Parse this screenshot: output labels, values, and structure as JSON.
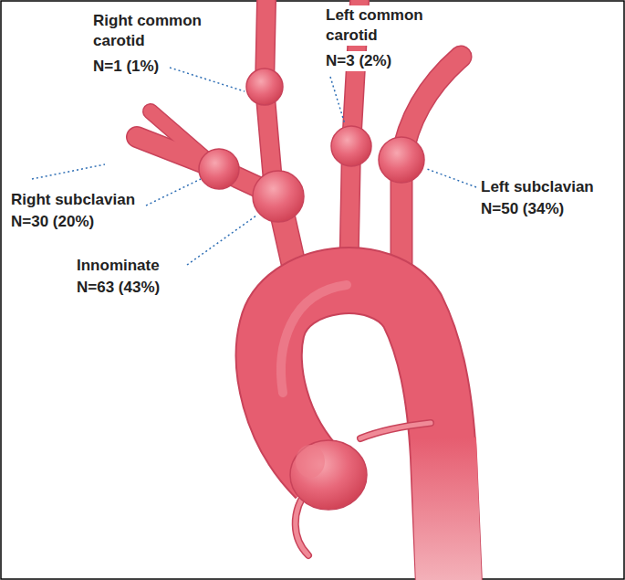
{
  "diagram": {
    "labels": [
      "Right common carotid",
      "N=1 (1%)",
      "Left common carotid",
      "N=3 (2%)",
      "Right subclavian",
      "N=30 (20%)",
      "Left subclavian",
      "N=50 (34%)",
      "Innominate",
      "N=63 (43%)"
    ]
  }
}
